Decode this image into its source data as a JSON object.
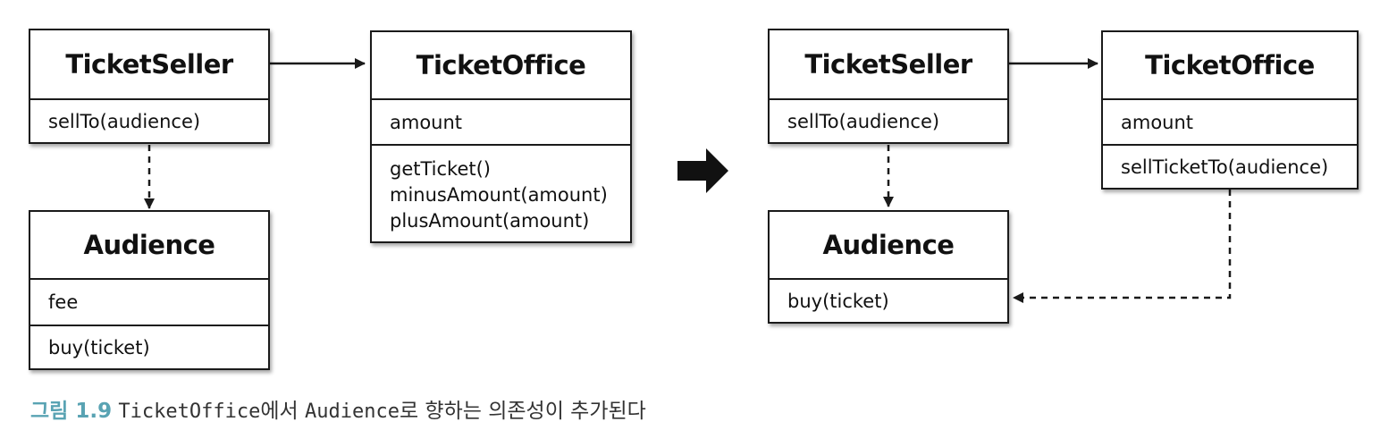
{
  "left": {
    "ticket_seller": {
      "name": "TicketSeller",
      "operation": "sellTo(audience)"
    },
    "ticket_office": {
      "name": "TicketOffice",
      "attribute": "amount",
      "operations": [
        "getTicket()",
        "minusAmount(amount)",
        "plusAmount(amount)"
      ]
    },
    "audience": {
      "name": "Audience",
      "attribute": "fee",
      "operation": "buy(ticket)"
    }
  },
  "right": {
    "ticket_seller": {
      "name": "TicketSeller",
      "operation": "sellTo(audience)"
    },
    "ticket_office": {
      "name": "TicketOffice",
      "attribute": "amount",
      "operation": "sellTicketTo(audience)"
    },
    "audience": {
      "name": "Audience",
      "operation": "buy(ticket)"
    }
  },
  "caption": {
    "label": "그림 1.9",
    "part1": "TicketOffice",
    "part2": "에서 ",
    "part3": "Audience",
    "part4": "로 향하는 의존성이 추가된다"
  },
  "colors": {
    "caption_label": "#59a3b3",
    "border": "#1a1a1a"
  }
}
